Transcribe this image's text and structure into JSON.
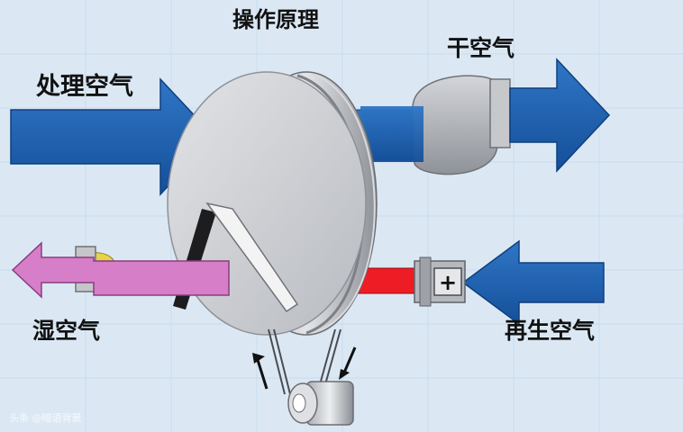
{
  "title": "操作原理",
  "labels": {
    "process_air": "处理空气",
    "dry_air": "干空气",
    "wet_air": "湿空气",
    "regen_air": "再生空气"
  },
  "heater_symbol": "+",
  "watermark": "头条 @暗语背景",
  "colors": {
    "background": "#dbe8f4",
    "process_arrow": "#1a5aa8",
    "wet_arrow": "#d67ec8",
    "heater_red": "#ee1c24",
    "wheel_face": "#c9cbcf",
    "fan_housing": "#b7babf"
  }
}
